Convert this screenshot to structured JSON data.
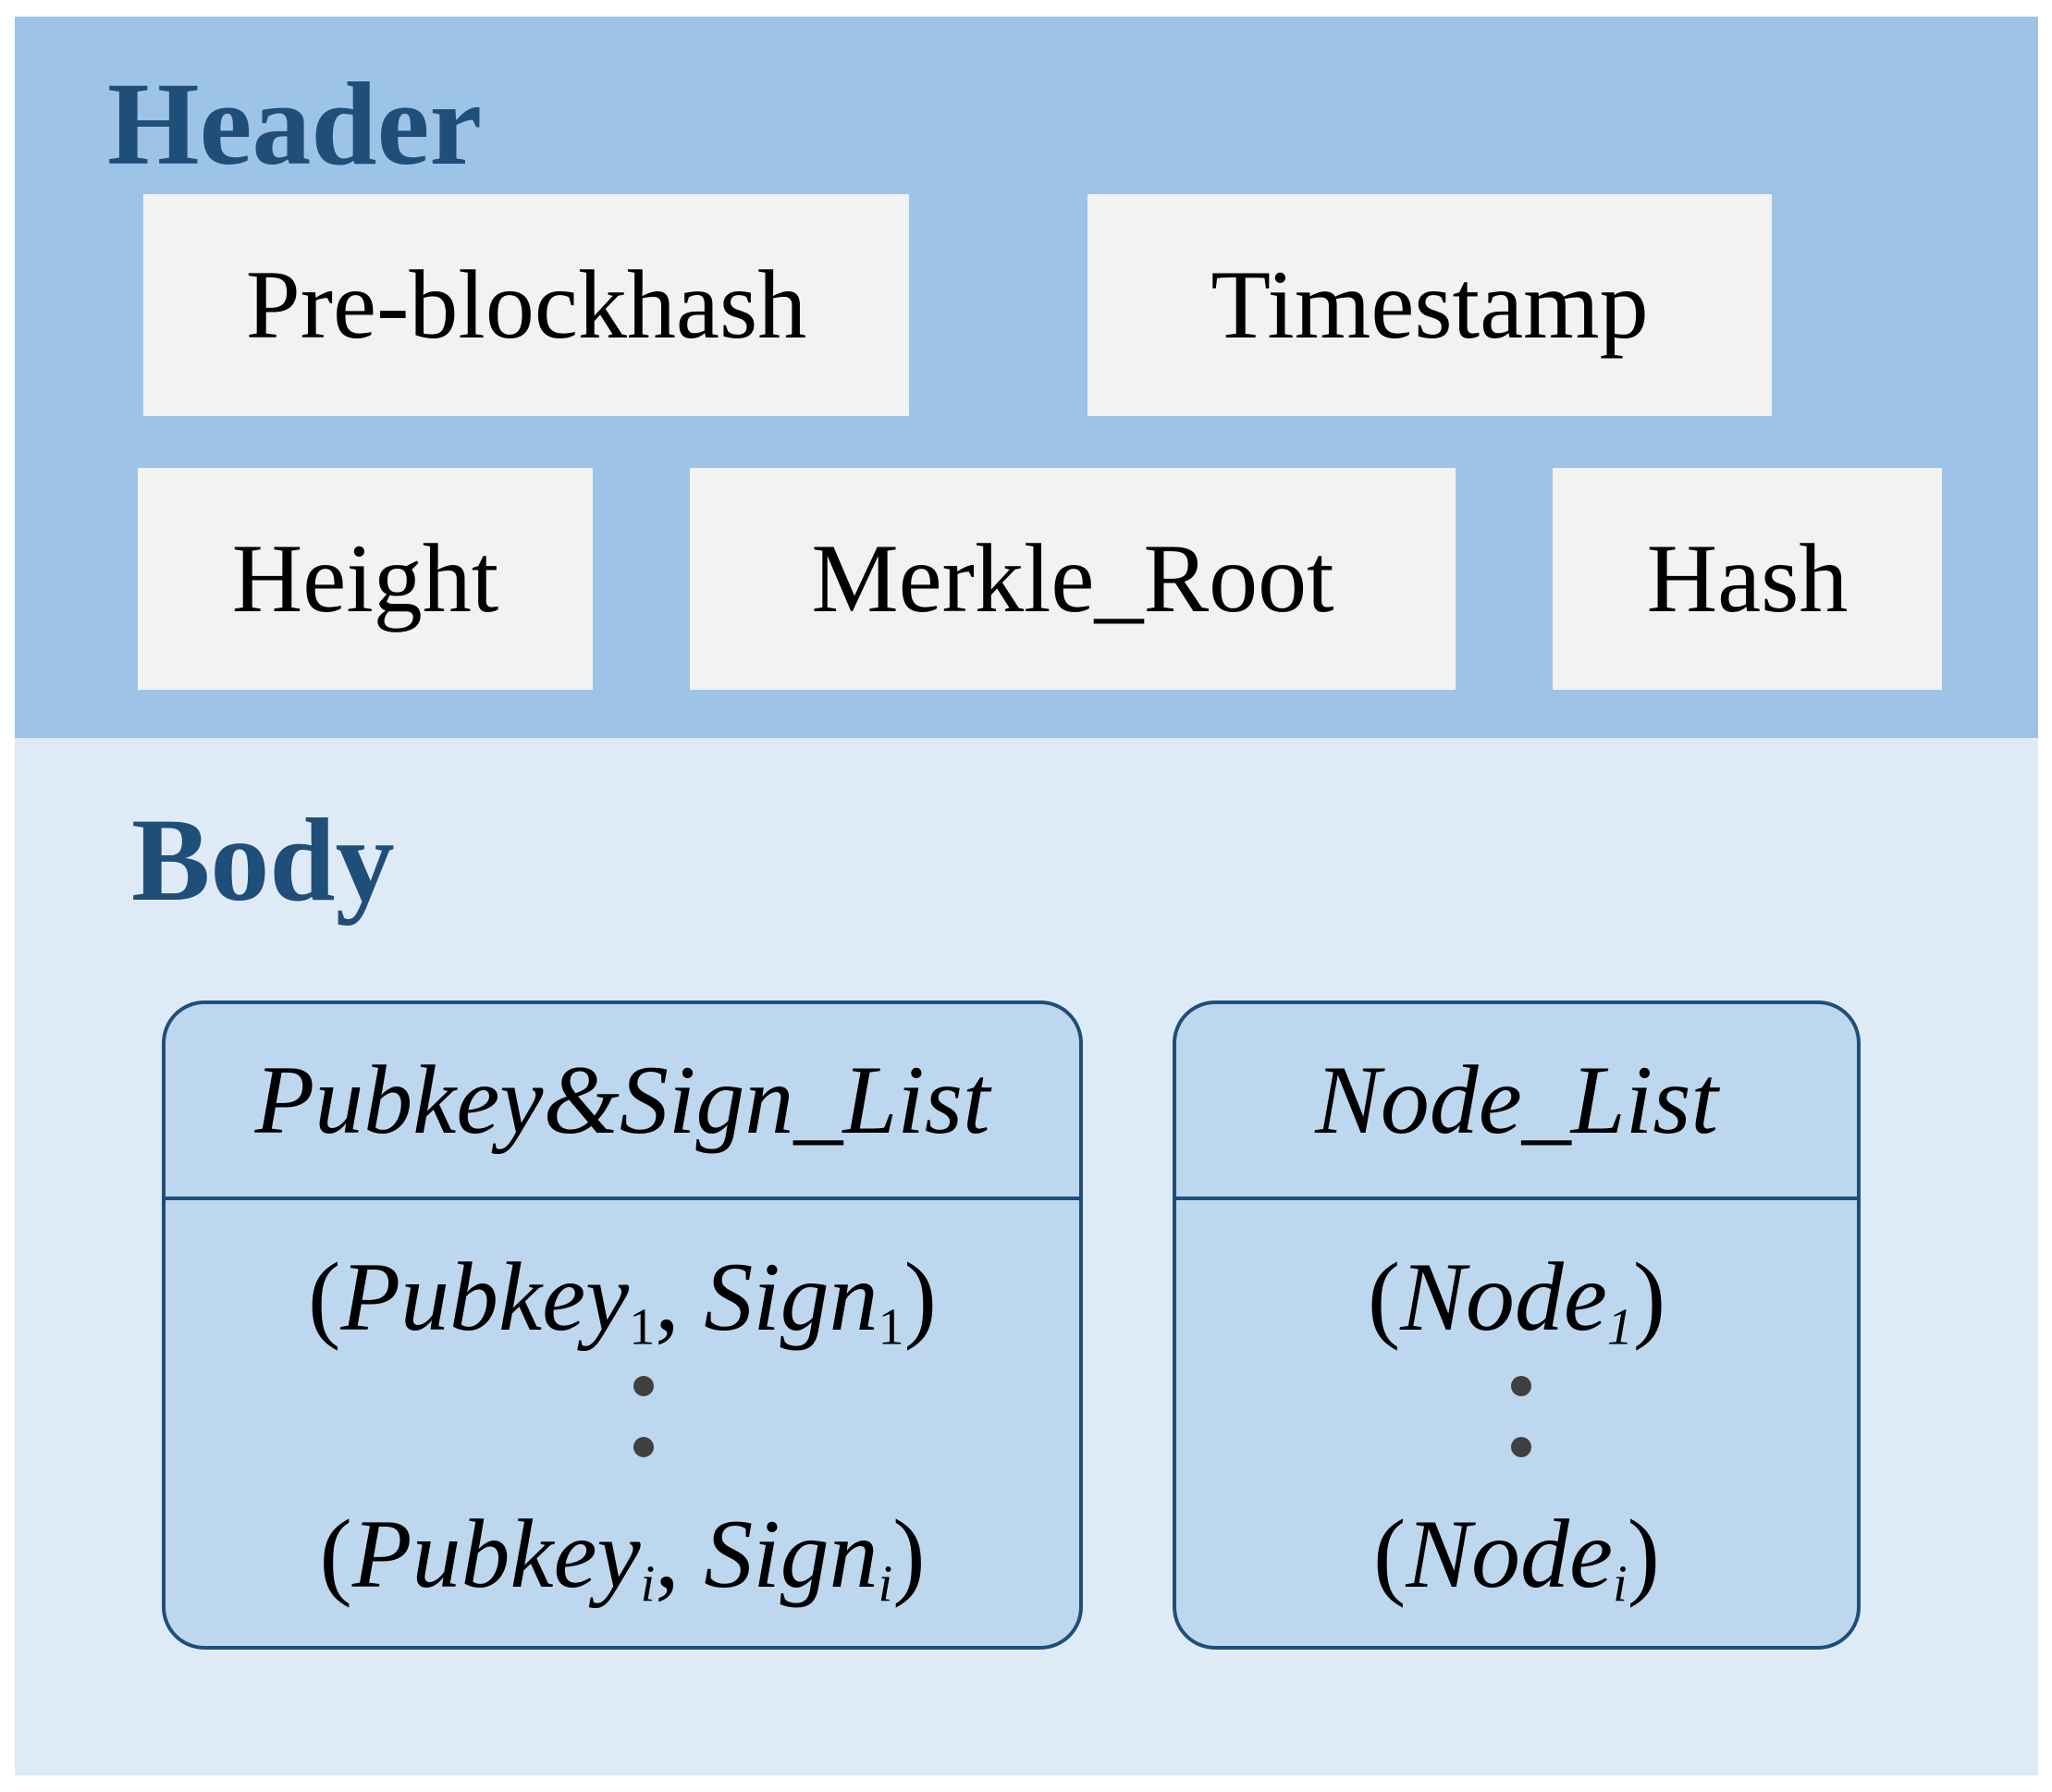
{
  "header": {
    "title": "Header",
    "fields": [
      "Pre-blockhash",
      "Timestamp",
      "Height",
      "Merkle_Root",
      "Hash"
    ]
  },
  "body": {
    "title": "Body",
    "pubkey_sign_list": {
      "title": "Pubkey&Sign_List",
      "first_entry": {
        "open": "(",
        "pubkey": "Pubkey",
        "pubkey_sub": "1",
        "sep": ", ",
        "sign": "Sign",
        "sign_sub": "1",
        "close": ")"
      },
      "last_entry": {
        "open": "(",
        "pubkey": "Pubkey",
        "pubkey_sub": "i",
        "sep": ", ",
        "sign": "Sign",
        "sign_sub": "i",
        "close": ")"
      }
    },
    "node_list": {
      "title": "Node_List",
      "first_entry": {
        "open": "(",
        "node": "Node",
        "node_sub": "1",
        "close": ")"
      },
      "last_entry": {
        "open": "(",
        "node": "Node",
        "node_sub": "i",
        "close": ")"
      }
    }
  },
  "colors": {
    "header_bg": "#9dc3e6",
    "body_bg": "#deebf7",
    "field_bg": "#f2f2f2",
    "list_bg": "#bdd7ee",
    "title_text": "#1f4e79",
    "border": "#1f4e79"
  }
}
